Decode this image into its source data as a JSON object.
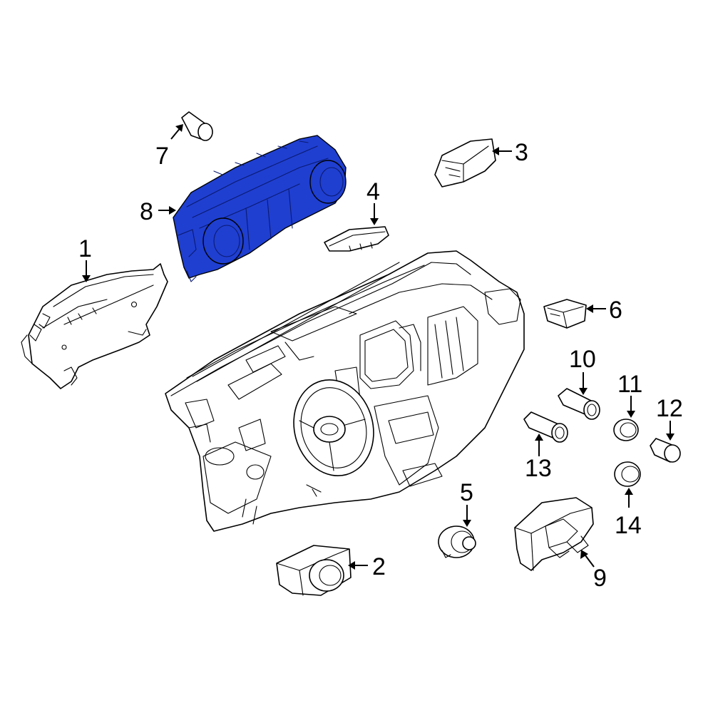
{
  "diagram": {
    "highlight_color": "#1f3fd1",
    "highlighted_part": "8",
    "callouts": [
      {
        "id": "c1",
        "label": "1"
      },
      {
        "id": "c2",
        "label": "2"
      },
      {
        "id": "c3",
        "label": "3"
      },
      {
        "id": "c4",
        "label": "4"
      },
      {
        "id": "c5",
        "label": "5"
      },
      {
        "id": "c6",
        "label": "6"
      },
      {
        "id": "c7",
        "label": "7"
      },
      {
        "id": "c8",
        "label": "8"
      },
      {
        "id": "c9",
        "label": "9"
      },
      {
        "id": "c10",
        "label": "10"
      },
      {
        "id": "c11",
        "label": "11"
      },
      {
        "id": "c12",
        "label": "12"
      },
      {
        "id": "c13",
        "label": "13"
      },
      {
        "id": "c14",
        "label": "14"
      }
    ]
  }
}
